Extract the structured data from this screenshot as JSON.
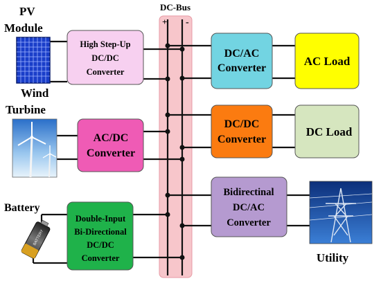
{
  "bus": {
    "title": "DC-Bus",
    "plus": "+",
    "minus": "-"
  },
  "sources": {
    "pv": {
      "label_line1": "PV",
      "label_line2": "Module",
      "icon": "solar-panel-icon"
    },
    "wind": {
      "label_line1": "Wind",
      "label_line2": "Turbine",
      "icon": "wind-turbine-icon"
    },
    "battery": {
      "label": "Battery",
      "icon": "battery-icon",
      "battery_text": "BATTERY"
    }
  },
  "converters": {
    "high_stepup": {
      "lines": [
        "High Step-Up",
        "DC/DC",
        "Converter"
      ],
      "color": "#f7d0f0"
    },
    "acdc": {
      "lines": [
        "AC/DC",
        "Converter"
      ],
      "color": "#ef5bb5"
    },
    "double_input": {
      "lines": [
        "Double-Input",
        "Bi-Directional",
        "DC/DC",
        "Converter"
      ],
      "color": "#1fb24a"
    },
    "dcac": {
      "lines": [
        "DC/AC",
        "Converter"
      ],
      "color": "#72d4e2"
    },
    "dcdc": {
      "lines": [
        "DC/DC",
        "Converter"
      ],
      "color": "#fb7b10"
    },
    "bidirectional": {
      "lines": [
        "Bidirectinal",
        "DC/AC",
        "Converter"
      ],
      "color": "#b59ad0"
    }
  },
  "loads": {
    "ac_load": {
      "label": "AC Load",
      "color": "#ffff00"
    },
    "dc_load": {
      "label": "DC Load",
      "color": "#d6e6bf"
    },
    "utility": {
      "label": "Utility",
      "icon": "transmission-tower-icon"
    }
  },
  "colors": {
    "bus_fill": "#f7c6cb",
    "wire": "#111111"
  }
}
